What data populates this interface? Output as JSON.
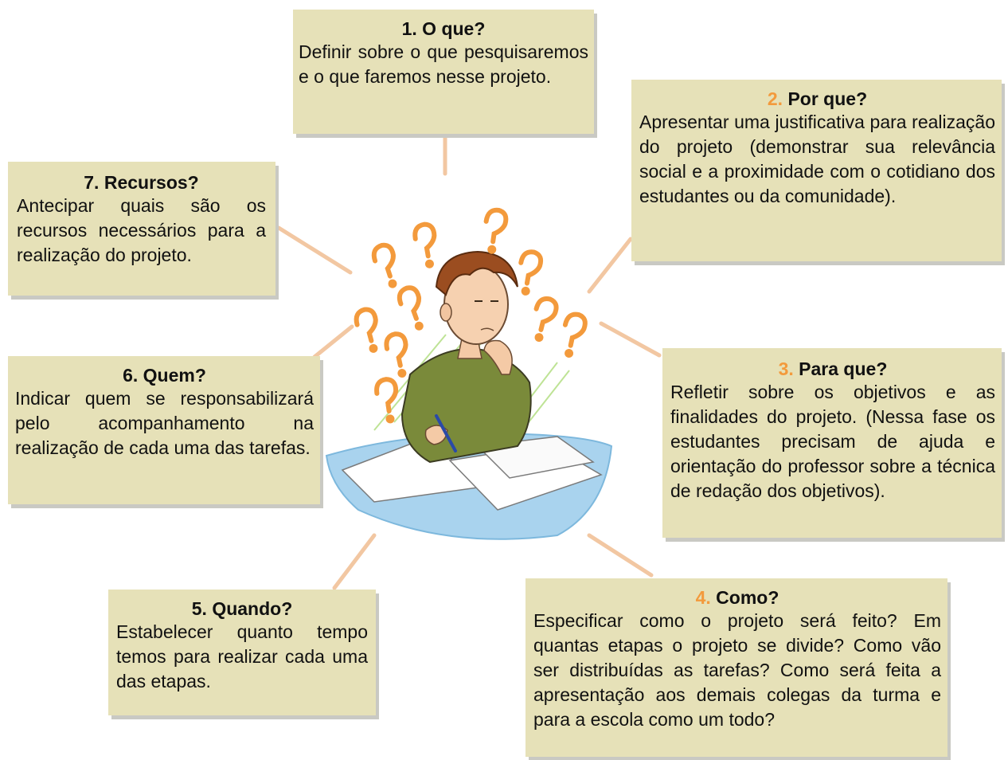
{
  "colors": {
    "box_background": "#e6e1b8",
    "box_shadow": "#c9c9c3",
    "connector": "#f2c7a2",
    "question_mark": "#f39a3c",
    "number_accent": "#f39a3c"
  },
  "boxes": {
    "what": {
      "number": "1.",
      "question": "O que?",
      "text": "Definir sobre o que pesquisaremos e o que faremos nesse projeto."
    },
    "why": {
      "number": "2.",
      "question": "Por que?",
      "text": "Apresentar uma justificativa para realização do projeto (demonstrar sua relevância social e a proximidade com o cotidiano dos estudantes ou da comunidade)."
    },
    "purpose": {
      "number": "3.",
      "question": "Para que?",
      "text": "Refletir sobre os objetivos e as finalidades do projeto. (Nessa fase os estudantes precisam de ajuda e orientação do professor sobre a técnica de redação dos objetivos)."
    },
    "how": {
      "number": "4.",
      "question": "Como?",
      "text": "Especificar como o projeto será feito? Em quantas etapas o projeto se divide? Como vão ser distribuídas as tarefas? Como será feita a apresentação aos demais colegas da turma e para a escola como um todo?"
    },
    "when": {
      "number": "5.",
      "question": "Quando?",
      "text": "Estabelecer quanto tempo temos para realizar cada uma das etapas."
    },
    "who": {
      "number": "6.",
      "question": "Quem?",
      "text": "Indicar quem se responsabilizará pelo acompanhamento na realização de cada uma das tarefas."
    },
    "resources": {
      "number": "7.",
      "question": "Recursos?",
      "text": "Antecipar quais são os recursos necessários para a realização do projeto."
    }
  },
  "illustration": {
    "subject": "thinking-student-icon",
    "marks": "question-mark-icon"
  }
}
